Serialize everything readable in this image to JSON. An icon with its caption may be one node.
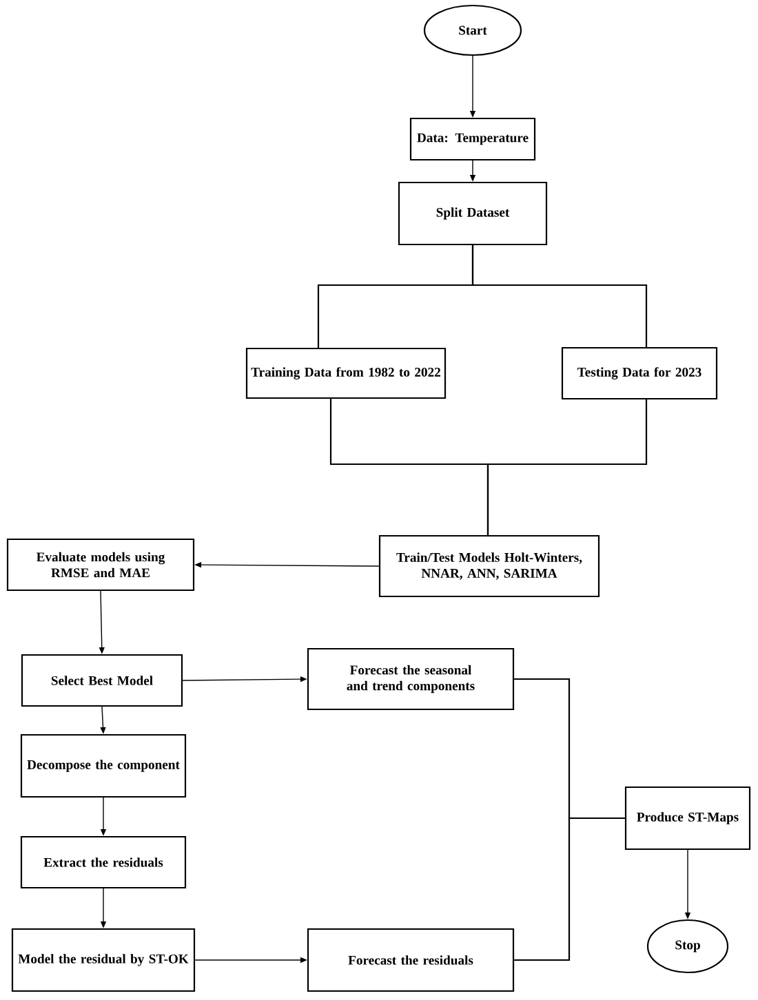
{
  "diagram": {
    "nodes": [
      {
        "text": [
          "Start"
        ]
      },
      {
        "text": [
          "Data: Temperature"
        ]
      },
      {
        "text": [
          "Split Dataset"
        ]
      },
      {
        "text": [
          "Training Data from 1982 to 2022"
        ]
      },
      {
        "text": [
          "Testing Data for 2023"
        ]
      },
      {
        "text": [
          "Train/Test Models Holt-Winters, NNAR, ANN, SARIMA"
        ]
      },
      {
        "text": [
          "Evaluate models using RMSE and MAE"
        ]
      },
      {
        "text": [
          "Select Best Model"
        ]
      },
      {
        "text": [
          "Forecast the seasonal and trend components"
        ]
      },
      {
        "text": [
          "Decompose the component"
        ]
      },
      {
        "text": [
          "Extract the residuals"
        ]
      },
      {
        "text": [
          "Model the residual by ST-OK"
        ]
      },
      {
        "text": [
          "Forecast the residuals"
        ]
      },
      {
        "text": [
          "Produce ST-Maps"
        ]
      },
      {
        "text": [
          "Stop"
        ]
      }
    ],
    "edges": [
      {
        "from": 0,
        "to": 1,
        "arrow": "to"
      },
      {
        "from": 1,
        "to": 2,
        "arrow": "to"
      },
      {
        "from": 2,
        "to": 3,
        "arrow": "none"
      },
      {
        "from": 2,
        "to": 4,
        "arrow": "none"
      },
      {
        "from": 3,
        "to": 5,
        "arrow": "none"
      },
      {
        "from": 4,
        "to": 5,
        "arrow": "none"
      },
      {
        "from": 5,
        "to": 6,
        "arrow": "to"
      },
      {
        "from": 6,
        "to": 7,
        "arrow": "to"
      },
      {
        "from": 7,
        "to": 8,
        "arrow": "to"
      },
      {
        "from": 7,
        "to": 9,
        "arrow": "to"
      },
      {
        "from": 9,
        "to": 10,
        "arrow": "to"
      },
      {
        "from": 10,
        "to": 11,
        "arrow": "to"
      },
      {
        "from": 11,
        "to": 12,
        "arrow": "to"
      },
      {
        "from": 8,
        "to": 13,
        "arrow": "none"
      },
      {
        "from": 12,
        "to": 13,
        "arrow": "none"
      },
      {
        "from": 13,
        "to": 14,
        "arrow": "to"
      }
    ]
  }
}
